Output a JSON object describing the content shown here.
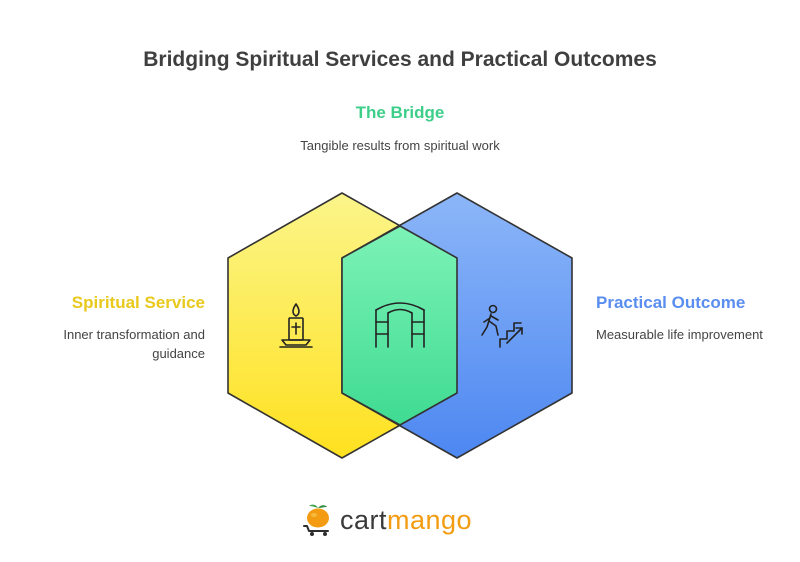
{
  "title": "Bridging Spiritual Services and Practical Outcomes",
  "bridge": {
    "title": "The Bridge",
    "description": "Tangible results from spiritual work",
    "icon": "arch-bridge-icon",
    "color": "#3dcf8a"
  },
  "spiritual": {
    "title": "Spiritual Service",
    "description": "Inner transformation and guidance",
    "icon": "candle-icon",
    "color": "#f7e034"
  },
  "practical": {
    "title": "Practical Outcome",
    "description": "Measurable life improvement",
    "icon": "climbing-stairs-icon",
    "color": "#5a8ef0"
  },
  "logo": {
    "part1": "cart",
    "part2": "mango",
    "icon": "mango-cart-icon"
  }
}
